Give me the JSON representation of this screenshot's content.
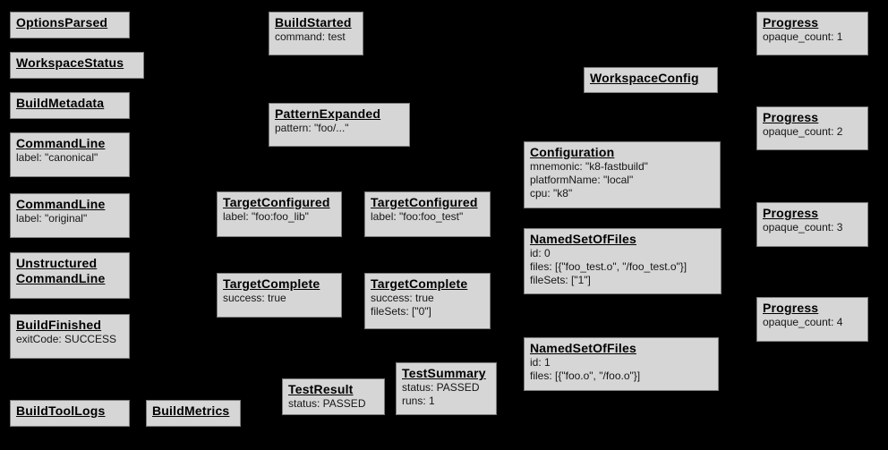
{
  "diagram": {
    "kind": "build-event-protocol-graph",
    "colors": {
      "background": "#000000",
      "node_fill": "#d6d6d6",
      "node_border": "#7d7d7d",
      "text": "#000000"
    }
  },
  "nodes": {
    "options_parsed": {
      "title": "OptionsParsed"
    },
    "workspace_status": {
      "title": "WorkspaceStatus"
    },
    "build_metadata": {
      "title": "BuildMetadata"
    },
    "command_line_canonical": {
      "title": "CommandLine",
      "lines": [
        "label: \"canonical\""
      ]
    },
    "command_line_original": {
      "title": "CommandLine",
      "lines": [
        "label: \"original\""
      ]
    },
    "unstructured_command_line": {
      "title": "Unstructured\nCommandLine"
    },
    "build_finished": {
      "title": "BuildFinished",
      "lines": [
        "exitCode: SUCCESS"
      ]
    },
    "build_tool_logs": {
      "title": "BuildToolLogs"
    },
    "build_metrics": {
      "title": "BuildMetrics"
    },
    "build_started": {
      "title": "BuildStarted",
      "lines": [
        "command: test"
      ]
    },
    "pattern_expanded": {
      "title": "PatternExpanded",
      "lines": [
        "pattern: \"foo/...\""
      ]
    },
    "target_configured_lib": {
      "title": "TargetConfigured",
      "lines": [
        "label: \"foo:foo_lib\""
      ]
    },
    "target_configured_test": {
      "title": "TargetConfigured",
      "lines": [
        "label: \"foo:foo_test\""
      ]
    },
    "target_complete_lib": {
      "title": "TargetComplete",
      "lines": [
        "success: true"
      ]
    },
    "target_complete_test": {
      "title": "TargetComplete",
      "lines": [
        "success: true",
        "fileSets: [\"0\"]"
      ]
    },
    "test_result": {
      "title": "TestResult",
      "lines": [
        "status: PASSED"
      ]
    },
    "test_summary": {
      "title": "TestSummary",
      "lines": [
        "status: PASSED",
        "runs: 1"
      ]
    },
    "workspace_config": {
      "title": "WorkspaceConfig"
    },
    "configuration": {
      "title": "Configuration",
      "lines": [
        "mnemonic: \"k8-fastbuild\"",
        "platformName: \"local\"",
        "cpu: \"k8\""
      ]
    },
    "named_set_of_files_0": {
      "title": "NamedSetOfFiles",
      "lines": [
        "id: 0",
        "files: [{\"foo_test.o\", \"/foo_test.o\"}]",
        "fileSets: [\"1\"]"
      ]
    },
    "named_set_of_files_1": {
      "title": "NamedSetOfFiles",
      "lines": [
        "id: 1",
        "files: [{\"foo.o\", \"/foo.o\"}]"
      ]
    },
    "progress_1": {
      "title": "Progress",
      "lines": [
        "opaque_count: 1"
      ]
    },
    "progress_2": {
      "title": "Progress",
      "lines": [
        "opaque_count: 2"
      ]
    },
    "progress_3": {
      "title": "Progress",
      "lines": [
        "opaque_count: 3"
      ]
    },
    "progress_4": {
      "title": "Progress",
      "lines": [
        "opaque_count: 4"
      ]
    }
  }
}
